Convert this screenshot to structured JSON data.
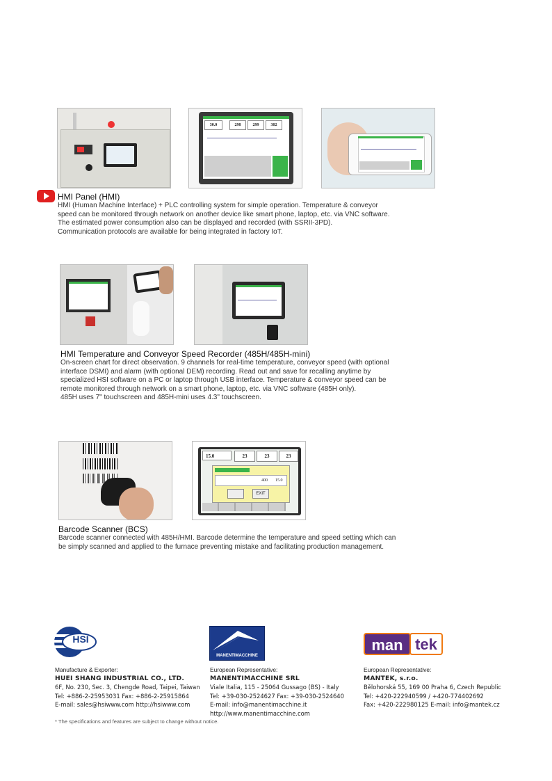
{
  "sections": [
    {
      "title": "HMI Panel (HMI)",
      "body": [
        "HMI (Human Machine Interface) + PLC controlling system for simple operation. Temperature & conveyor",
        "speed can be monitored through network on another device like smart phone, laptop, etc. via VNC software.",
        "The estimated power consumption also can be displayed and recorded (with SSRII-3PD).",
        "Communication protocols are available for being integrated in factory IoT."
      ]
    },
    {
      "title": "HMI Temperature and Conveyor Speed Recorder (485H/485H-mini)",
      "body": [
        "On-screen chart for direct observation. 9 channels for real-time temperature, conveyor speed (with optional",
        "interface DSMI) and alarm (with optional DEM) recording. Read out and save for recalling anytime by",
        "specialized HSI software on a PC or laptop through USB interface. Temperature & conveyor speed can be",
        "remote monitored through network on a smart phone, laptop, etc. via VNC software (485H only).",
        "485H uses 7\" touchscreen and 485H-mini uses 4.3\" touchscreen."
      ]
    },
    {
      "title": "Barcode Scanner (BCS)",
      "body": [
        "Barcode scanner connected with 485H/HMI. Barcode determine the temperature and speed setting which can",
        "be simply scanned and applied to the furnace preventing mistake and facilitating production management."
      ]
    }
  ],
  "screen_values": {
    "hmi": [
      "30.0",
      "298",
      "299",
      "302"
    ],
    "bcs": [
      "15.0",
      "23",
      "23",
      "23",
      "400",
      "15.0",
      "EXIT"
    ]
  },
  "footer": {
    "hsi": {
      "logo_text": "HSI",
      "role": "Manufacture & Exporter:",
      "name": "HUEI SHANG INDUSTRIAL CO., LTD.",
      "lines": [
        "6F, No. 230, Sec. 3, Chengde Road, Taipei, Taiwan",
        "Tel: +886-2-25953031      Fax: +886-2-25915864",
        "E-mail: sales@hsiwww.com      http://hsiwww.com"
      ]
    },
    "manenti": {
      "logo_text": "MANENTIMACCHINE",
      "role": "European Representative:",
      "name": "MANENTIMACCHINE SRL",
      "lines": [
        "Viale Italia, 115 - 25064 Gussago (BS) - Italy",
        "Tel: +39-030-2524627      Fax: +39-030-2524640",
        "E-mail: info@manentimacchine.it",
        "http://www.manentimacchine.com"
      ]
    },
    "mantek": {
      "logo_text_a": "man",
      "logo_text_b": "tek",
      "role": "European Representative:",
      "name": "MANTEK, s.r.o.",
      "lines": [
        "Bělohorská 55, 169 00 Praha 6, Czech Republic",
        "Tel: +420-222940599 / +420-774402692",
        "Fax: +420-222980125   E-mail: info@mantek.cz"
      ]
    },
    "disclaimer": "* The specifications and features are subject to change without notice."
  },
  "colors": {
    "youtube_red": "#e02020",
    "hsi_blue": "#1b3f8c",
    "mantek_orange": "#f07a12",
    "mantek_purple": "#5a2d82",
    "screen_green": "#3bb44a"
  }
}
